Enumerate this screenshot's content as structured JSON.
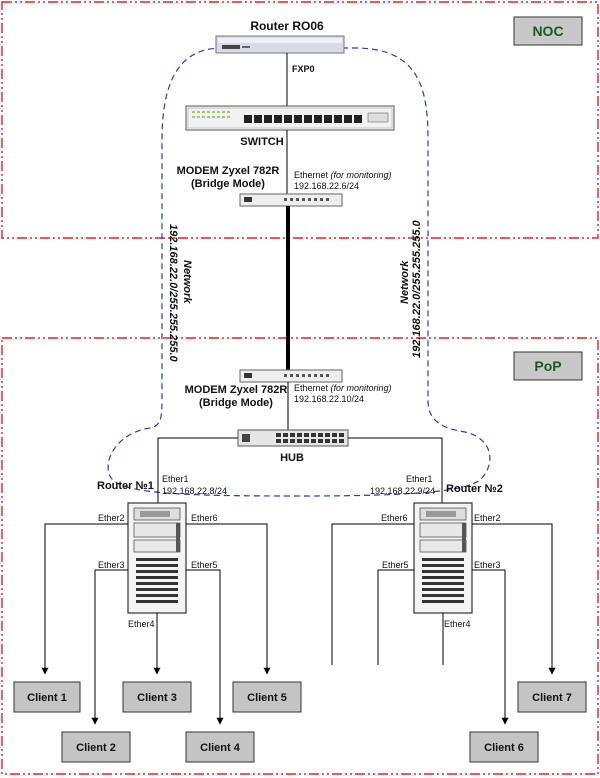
{
  "zones": {
    "noc": "NOC",
    "pop": "PoP"
  },
  "router_top": {
    "title": "Router RO06",
    "port": "FXP0"
  },
  "switch": {
    "label": "SWITCH"
  },
  "modem_top": {
    "name_line1": "MODEM Zyxel 782R",
    "name_line2": "(Bridge Mode)",
    "eth_prefix": "Ethernet ",
    "eth_note": "(for monitoring)",
    "ip": "192.168.22.6/24"
  },
  "modem_bottom": {
    "name_line1": "MODEM Zyxel 782R",
    "name_line2": "(Bridge Mode)",
    "eth_prefix": "Ethernet ",
    "eth_note": "(for monitoring)",
    "ip": "192.168.22.10/24"
  },
  "network_left": {
    "line1": "Network",
    "line2": "192.168.22.0/255.255.255.0"
  },
  "network_right": {
    "line1": "Network",
    "line2": "192.168.22.0/255.255.255.0"
  },
  "hub": {
    "label": "HUB"
  },
  "router1": {
    "title": "Router №1",
    "ether1": "Ether1",
    "ip": "192.168.22.8/24",
    "ports": [
      "Ether2",
      "Ether3",
      "Ether4",
      "Ether5",
      "Ether6"
    ]
  },
  "router2": {
    "title": "Router №2",
    "ether1": "Ether1",
    "ip": "192.168.22.9/24",
    "ports": [
      "Ether2",
      "Ether3",
      "Ether4",
      "Ether5",
      "Ether6"
    ]
  },
  "clients": [
    "Client 1",
    "Client 2",
    "Client 3",
    "Client 4",
    "Client 5",
    "Client 6",
    "Client 7"
  ],
  "colors": {
    "zone_border": "#e0202a",
    "zone_label_bg": "#c8c8c8",
    "zone_label_text": "#1d5a1d",
    "dashed_network": "#2a3fb5",
    "client_bg": "#c4c4c4"
  }
}
